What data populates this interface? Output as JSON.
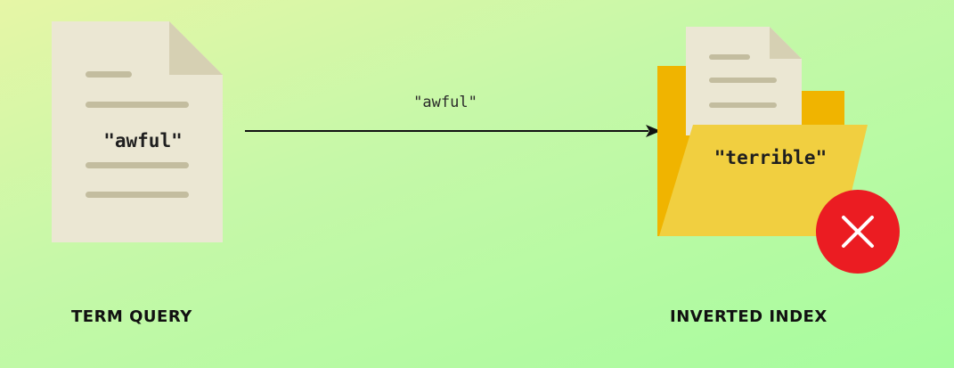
{
  "document": {
    "icon": "document-icon",
    "term": "\"awful\"",
    "caption": "TERM QUERY"
  },
  "arrow": {
    "label": "\"awful\""
  },
  "index": {
    "icon": "folder-icon",
    "term": "\"terrible\"",
    "caption": "INVERTED INDEX"
  },
  "result": {
    "icon": "error-x-icon",
    "status": "no match"
  },
  "colors": {
    "background_start": "#e6f6a6",
    "background_end": "#a6fc9e",
    "document_paper": "#ebe7d3",
    "document_fold": "#d6d0b3",
    "document_lines": "#c3bd9f",
    "folder_back": "#f0b400",
    "folder_front": "#f1cf40",
    "error_red": "#eb1c22",
    "text_dark": "#1f1f1f"
  }
}
